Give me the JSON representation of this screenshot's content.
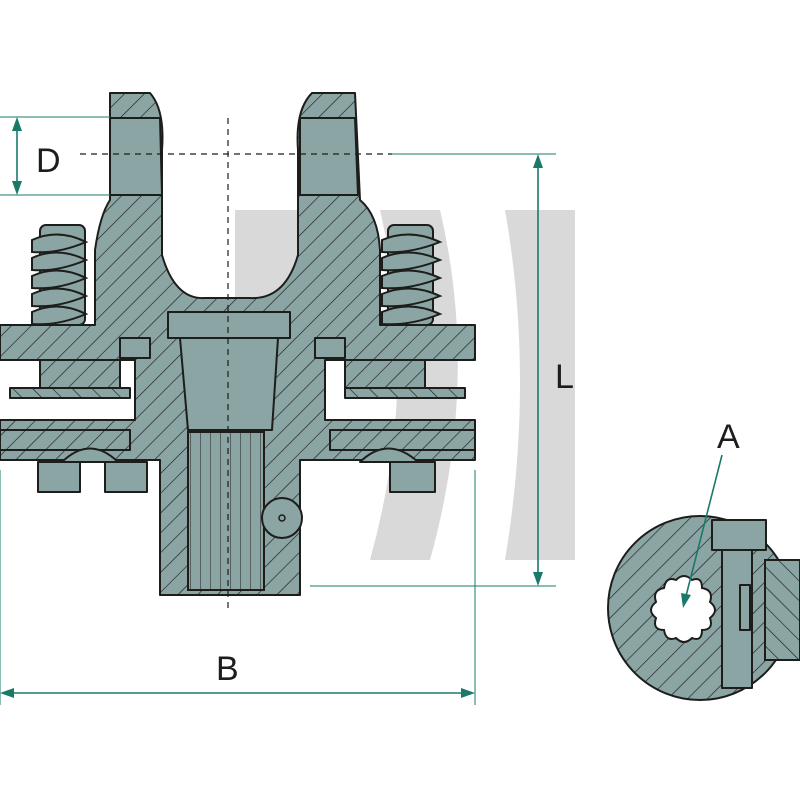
{
  "labels": {
    "d": "D",
    "l": "L",
    "b": "B",
    "a": "A"
  },
  "colors": {
    "dimension": "#1a7a6a",
    "part_fill": "#8aa5a3",
    "outline": "#1d1d1b",
    "watermark": "#d9d9d9"
  }
}
